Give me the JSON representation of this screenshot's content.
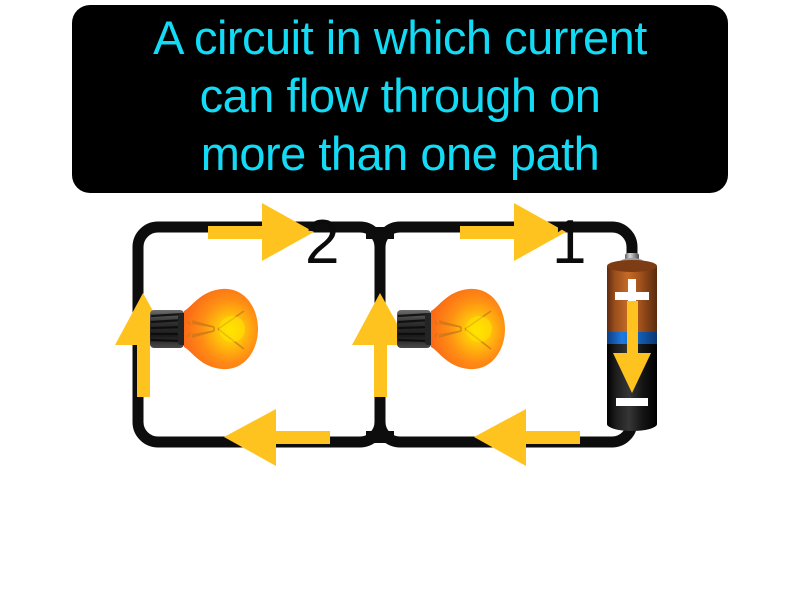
{
  "banner": {
    "background_color": "#000000",
    "text_color": "#13dbf5",
    "lines": [
      "A circuit in which current",
      "can flow through on",
      "more than one path"
    ],
    "full_text": "A circuit in which current can flow through on more than one path"
  },
  "circuit": {
    "wire_color": "#0d0d0d",
    "arrow_color": "#ffc31f",
    "loops": [
      {
        "label": "2",
        "name": "left-loop",
        "component": "light-bulb"
      },
      {
        "label": "1",
        "name": "right-loop",
        "component": "light-bulb"
      }
    ],
    "battery": {
      "positive_label": "+",
      "negative_label": "–",
      "top_color": "#a9561f",
      "band_color": "#1a72d8",
      "bottom_color": "#131313",
      "terminal_color": "#b6b6b6",
      "current_arrow_direction": "down"
    },
    "bulb": {
      "glass_color": "#ff8a19",
      "glow_color": "#ffe000",
      "base_color": "#3a3a3a",
      "state": "lit"
    },
    "current_arrows": [
      {
        "name": "top-left-arrow",
        "direction": "right"
      },
      {
        "name": "top-right-arrow",
        "direction": "right"
      },
      {
        "name": "bottom-left-arrow",
        "direction": "left"
      },
      {
        "name": "bottom-right-arrow",
        "direction": "left"
      },
      {
        "name": "left-branch-arrow",
        "direction": "up"
      },
      {
        "name": "middle-branch-arrow",
        "direction": "up"
      },
      {
        "name": "battery-arrow",
        "direction": "down"
      }
    ]
  }
}
